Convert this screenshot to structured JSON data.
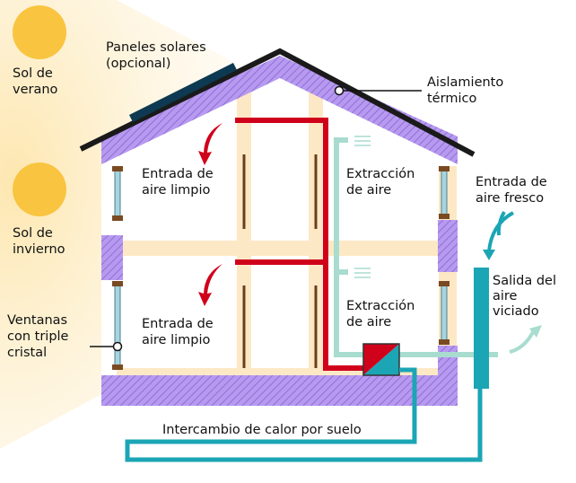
{
  "labels": {
    "sun_summer": [
      "Sol de",
      "verano"
    ],
    "sun_winter": [
      "Sol de",
      "invierno"
    ],
    "windows": [
      "Ventanas",
      "con triple",
      "cristal"
    ],
    "solar_panels": [
      "Paneles solares",
      "(opcional)"
    ],
    "insulation": [
      "Aislamiento",
      "térmico"
    ],
    "clean_air_upper": [
      "Entrada de",
      "aire limpio"
    ],
    "clean_air_lower": [
      "Entrada de",
      "aire limpio"
    ],
    "extraction_upper": [
      "Extracción",
      "de aire"
    ],
    "extraction_lower": [
      "Extracción",
      "de aire"
    ],
    "fresh_air_in": [
      "Entrada de",
      "aire fresco"
    ],
    "stale_air_out": [
      "Salida del",
      "aire",
      "viciado"
    ],
    "ground_exchange": "Intercambio de calor por suelo"
  },
  "colors": {
    "sun": "#f9c440",
    "insulation": "#b79af0",
    "supply_pipe": "#d0021b",
    "extract_pipe": "#a8dccf",
    "ground_pipe": "#1ba5b5",
    "roof": "#1a1a1a",
    "panel": "#0d3a52",
    "structure": "#fde8c6"
  }
}
